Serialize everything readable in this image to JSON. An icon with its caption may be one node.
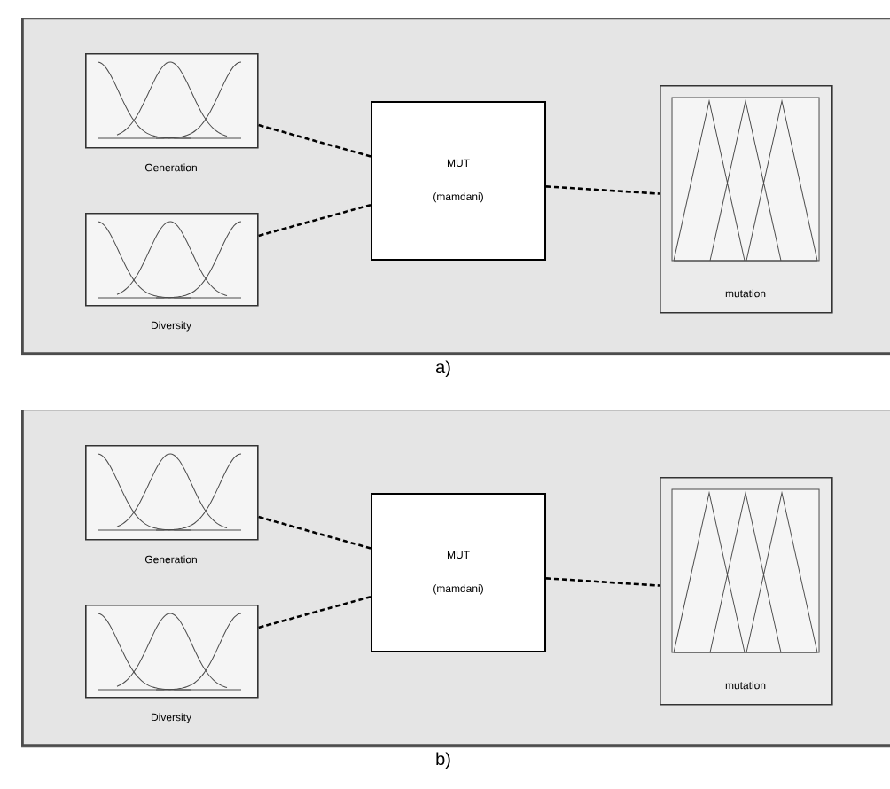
{
  "diagram": {
    "nodes": [
      {
        "text": [],
        "shape": "box",
        "beside": [
          "a)"
        ]
      },
      {
        "text": [
          "Generation"
        ],
        "in": 0
      },
      {
        "text": [
          "Diversity"
        ],
        "in": 0
      },
      {
        "text": [
          "MUT",
          "(mamdani)"
        ],
        "in": 0
      },
      {
        "text": [
          "mutation"
        ],
        "in": 0
      },
      {
        "text": [],
        "shape": "box",
        "beside": [
          "b)"
        ]
      },
      {
        "text": [
          "Generation"
        ],
        "in": 5
      },
      {
        "text": [
          "Diversity"
        ],
        "in": 5
      },
      {
        "text": [
          "MUT",
          "(mamdani)"
        ],
        "in": 5
      },
      {
        "text": [
          "mutation"
        ],
        "in": 5
      }
    ],
    "edges": [
      {
        "from": 1,
        "to": 3,
        "arrow": "none",
        "style": "dashed"
      },
      {
        "from": 2,
        "to": 3,
        "arrow": "none",
        "style": "dashed"
      },
      {
        "from": 3,
        "to": 4,
        "arrow": "none",
        "style": "dashed"
      },
      {
        "from": 6,
        "to": 8,
        "arrow": "none",
        "style": "dashed"
      },
      {
        "from": 7,
        "to": 8,
        "arrow": "none",
        "style": "dashed"
      },
      {
        "from": 8,
        "to": 9,
        "arrow": "none",
        "style": "dashed"
      }
    ]
  }
}
